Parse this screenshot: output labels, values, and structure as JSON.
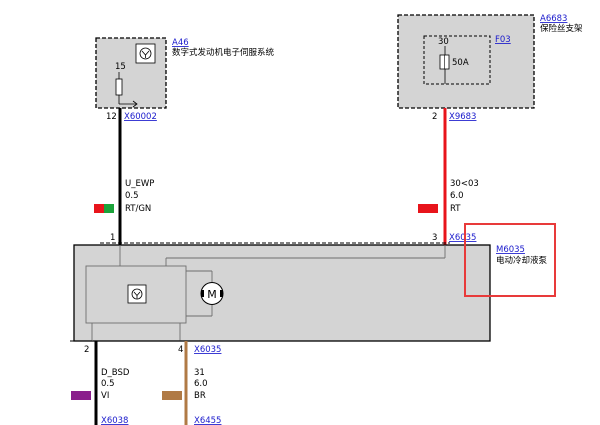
{
  "components": {
    "a46": {
      "id": "A46",
      "name": "数字式发动机电子伺服系统",
      "pin_top": "15"
    },
    "a6683": {
      "id": "A6683",
      "name": "保险丝支架",
      "fuse_id": "F03",
      "fuse_num": "30",
      "fuse_rating": "50A"
    },
    "m6035": {
      "id": "M6035",
      "name": "电动冷却液泵",
      "motor_symbol": "M"
    }
  },
  "connectors": {
    "x60002": {
      "pin": "12",
      "id": "X60002"
    },
    "x9683": {
      "pin": "2",
      "id": "X9683"
    },
    "x6035_top_left_pin": "1",
    "x6035_top": {
      "pin": "3",
      "id": "X6035"
    },
    "x6035_bottom_left_pin": "2",
    "x6035_bottom": {
      "pin": "4",
      "id": "X6035"
    },
    "x6038": {
      "id": "X6038"
    },
    "x6455": {
      "id": "X6455"
    }
  },
  "wires": {
    "u_ewp": {
      "signal": "U_EWP",
      "gauge": "0.5",
      "color": "RT/GN"
    },
    "power": {
      "signal": "30<03",
      "gauge": "6.0",
      "color": "RT"
    },
    "d_bsd": {
      "signal": "D_BSD",
      "gauge": "0.5",
      "color": "VI"
    },
    "ground": {
      "signal": "31",
      "gauge": "6.0",
      "color": "BR"
    }
  },
  "colors": {
    "red": "#e8141b",
    "green": "#1ba33a",
    "violet": "#8a1e8c",
    "brown": "#b07a45",
    "box_gray": "#d4d4d4",
    "highlight": "#e83a3a",
    "link": "#1a1acc"
  }
}
